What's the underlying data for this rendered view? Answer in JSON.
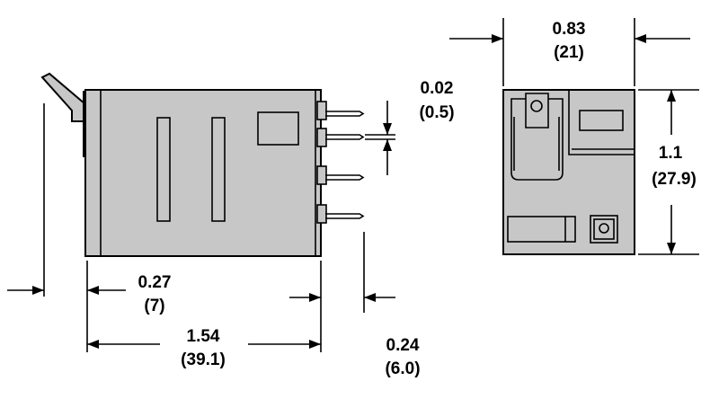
{
  "dimensions": {
    "width_top": {
      "inch": "0.83",
      "mm": "(21)"
    },
    "height_right": {
      "inch": "1.1",
      "mm": "(27.9)"
    },
    "pin_thickness": {
      "inch": "0.02",
      "mm": "(0.5)"
    },
    "handle_offset": {
      "inch": "0.27",
      "mm": "(7)"
    },
    "body_length": {
      "inch": "1.54",
      "mm": "(39.1)"
    },
    "pin_length": {
      "inch": "0.24",
      "mm": "(6.0)"
    }
  },
  "colors": {
    "body_fill": "#c7c7c7",
    "outline": "#000000",
    "background": "#ffffff"
  }
}
